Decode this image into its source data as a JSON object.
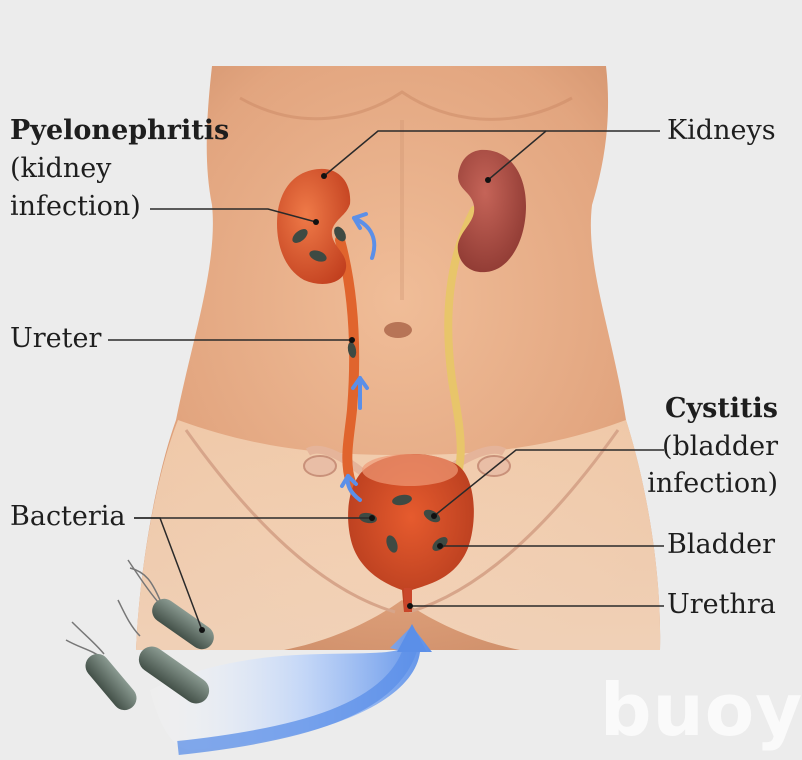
{
  "labels": {
    "pyelonephritis_title": "Pyelonephritis",
    "pyelonephritis_line1": "(kidney",
    "pyelonephritis_line2": "infection)",
    "kidneys": "Kidneys",
    "ureter": "Ureter",
    "cystitis_title": "Cystitis",
    "cystitis_line1": "(bladder",
    "cystitis_line2": "infection)",
    "bacteria": "Bacteria",
    "bladder": "Bladder",
    "urethra": "Urethra"
  },
  "watermark": "buoy",
  "colors": {
    "background": "#ececec",
    "skin": "#e6ad88",
    "infected_organ": "#d9542a",
    "healthy_kidney": "#a8463c",
    "ureter_healthy": "#e8c56a",
    "arrow": "#5b8fe8",
    "bacteria": "#5e6f66"
  }
}
